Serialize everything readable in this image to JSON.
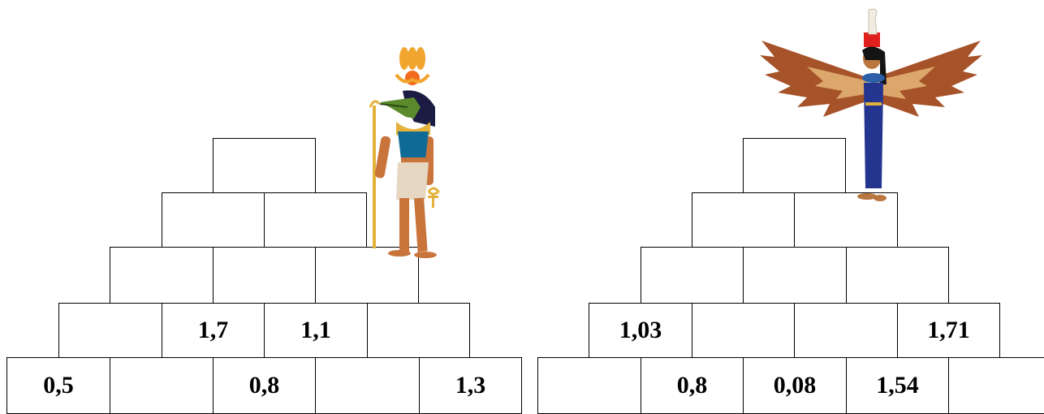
{
  "left_pyramid": {
    "rows": [
      [
        "",
        "",
        "",
        "",
        ""
      ],
      [
        "",
        "",
        "",
        ""
      ],
      [
        "",
        "",
        ""
      ],
      [
        "",
        ""
      ],
      [
        ""
      ]
    ],
    "cells": {
      "r0c0": "0,5",
      "r0c1": "",
      "r0c2": "0,8",
      "r0c3": "",
      "r0c4": "1,3",
      "r1c0": "",
      "r1c1": "1,7",
      "r1c2": "1,1",
      "r1c3": "",
      "r2c0": "",
      "r2c1": "",
      "r2c2": "",
      "r3c0": "",
      "r3c1": "",
      "r4c0": ""
    }
  },
  "right_pyramid": {
    "cells": {
      "r0c0": "",
      "r0c1": "0,8",
      "r0c2": "0,08",
      "r0c3": "1,54",
      "r0c4": "",
      "r1c0": "1,03",
      "r1c1": "",
      "r1c2": "",
      "r1c3": "1,71",
      "r2c0": "",
      "r2c1": "",
      "r2c2": "",
      "r3c0": "",
      "r3c1": "",
      "r4c0": ""
    }
  },
  "figures": {
    "left": "sobek-deity-icon",
    "right": "isis-winged-goddess-icon"
  }
}
